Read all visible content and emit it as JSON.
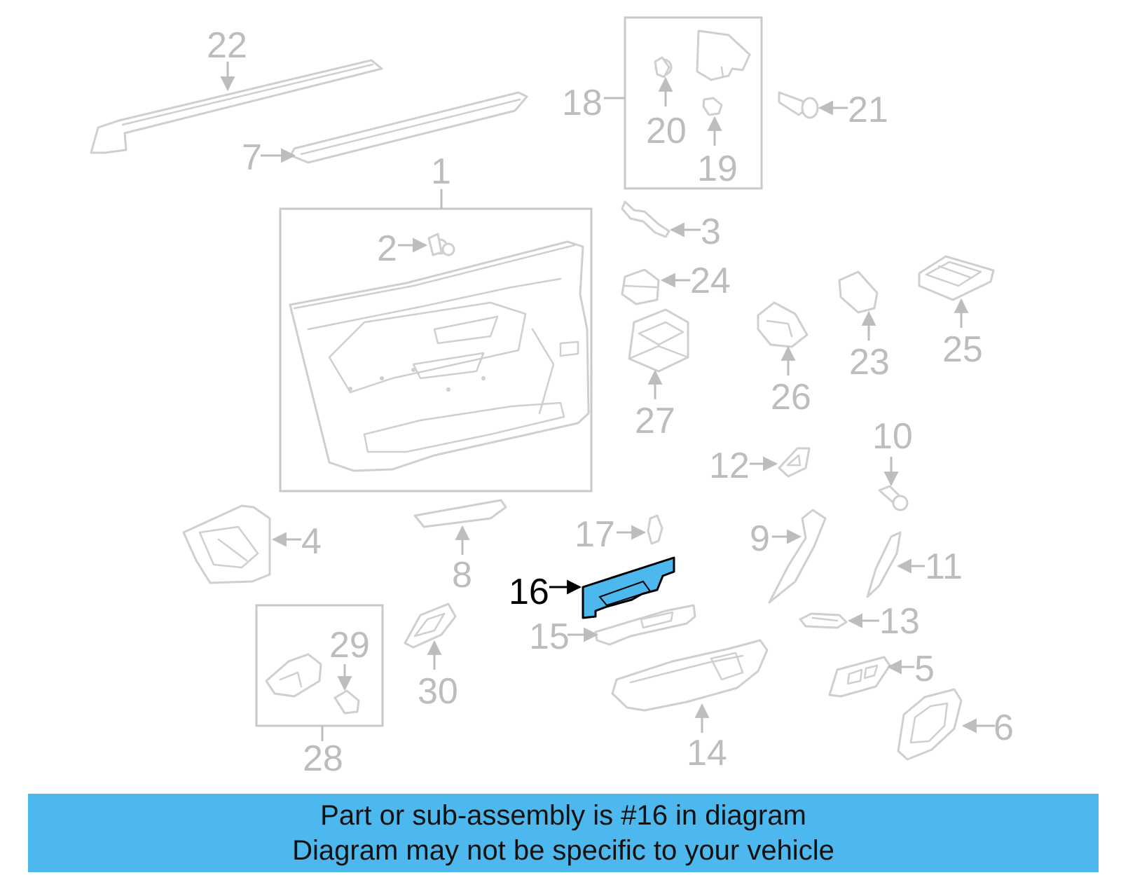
{
  "callouts": {
    "c1": "1",
    "c2": "2",
    "c3": "3",
    "c4": "4",
    "c5": "5",
    "c6": "6",
    "c7": "7",
    "c8": "8",
    "c9": "9",
    "c10": "10",
    "c11": "11",
    "c12": "12",
    "c13": "13",
    "c14": "14",
    "c15": "15",
    "c16": "16",
    "c17": "17",
    "c18": "18",
    "c19": "19",
    "c20": "20",
    "c21": "21",
    "c22": "22",
    "c23": "23",
    "c24": "24",
    "c25": "25",
    "c26": "26",
    "c27": "27",
    "c28": "28",
    "c29": "29",
    "c30": "30"
  },
  "highlight": {
    "part": "16",
    "color": "#4db8ee"
  },
  "colors": {
    "parts_stroke": "#cfcfcf",
    "callout_text": "#bdbdbd",
    "banner_bg": "#4db8ee"
  },
  "banner": {
    "line1": "Part or sub-assembly is #16 in diagram",
    "line2": "Diagram may not be specific to your vehicle"
  }
}
